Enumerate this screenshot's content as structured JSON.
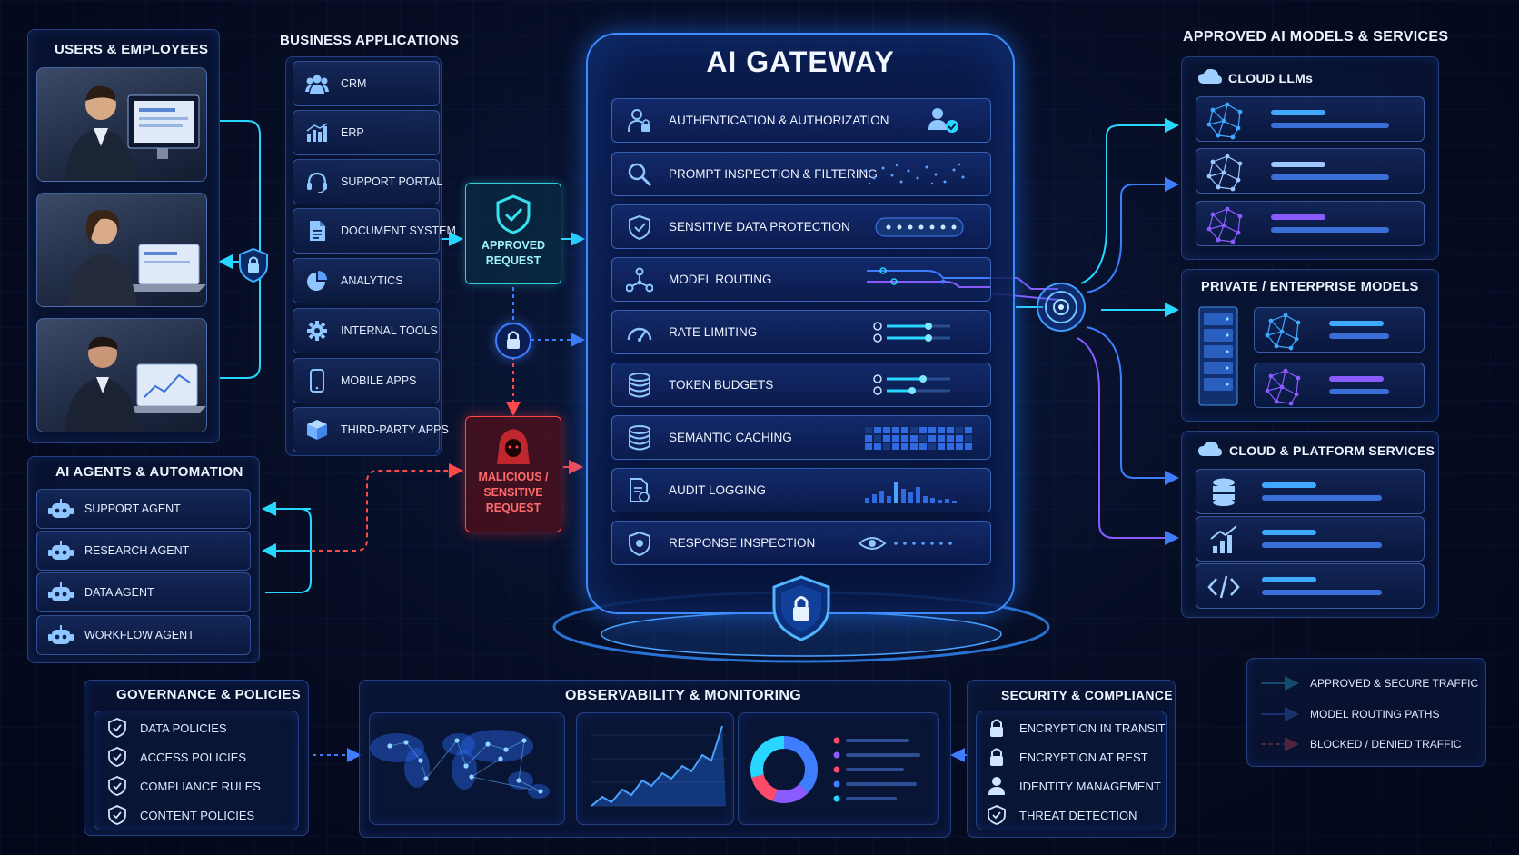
{
  "users": {
    "title": "USERS & EMPLOYEES"
  },
  "business_apps": {
    "title": "BUSINESS APPLICATIONS",
    "items": [
      "CRM",
      "ERP",
      "SUPPORT PORTAL",
      "DOCUMENT SYSTEM",
      "ANALYTICS",
      "INTERNAL TOOLS",
      "MOBILE APPS",
      "THIRD-PARTY APPS"
    ]
  },
  "agents": {
    "title": "AI AGENTS & AUTOMATION",
    "items": [
      "SUPPORT AGENT",
      "RESEARCH AGENT",
      "DATA AGENT",
      "WORKFLOW AGENT"
    ]
  },
  "requests": {
    "approved": "APPROVED REQUEST",
    "malicious": "MALICIOUS / SENSITIVE REQUEST"
  },
  "gateway": {
    "title": "AI GATEWAY",
    "rows": [
      "AUTHENTICATION & AUTHORIZATION",
      "PROMPT INSPECTION & FILTERING",
      "SENSITIVE DATA PROTECTION",
      "MODEL ROUTING",
      "RATE LIMITING",
      "TOKEN BUDGETS",
      "SEMANTIC CACHING",
      "AUDIT LOGGING",
      "RESPONSE INSPECTION"
    ]
  },
  "models": {
    "title": "APPROVED AI MODELS & SERVICES",
    "cloud_llms": "CLOUD LLMs",
    "private": "PRIVATE / ENTERPRISE MODELS",
    "platform": "CLOUD & PLATFORM SERVICES"
  },
  "governance": {
    "title": "GOVERNANCE & POLICIES",
    "items": [
      "DATA POLICIES",
      "ACCESS POLICIES",
      "COMPLIANCE RULES",
      "CONTENT POLICIES"
    ]
  },
  "observability": {
    "title": "OBSERVABILITY & MONITORING"
  },
  "security": {
    "title": "SECURITY & COMPLIANCE",
    "items": [
      "ENCRYPTION IN TRANSIT",
      "ENCRYPTION AT REST",
      "IDENTITY MANAGEMENT",
      "THREAT DETECTION"
    ]
  },
  "legend": {
    "approved": "APPROVED & SECURE TRAFFIC",
    "routing": "MODEL ROUTING PATHS",
    "blocked": "BLOCKED / DENIED TRAFFIC"
  },
  "colors": {
    "cyan": "#28d7ff",
    "blue": "#3f7dff",
    "red": "#ff4a4a",
    "purple": "#8a5cff"
  }
}
